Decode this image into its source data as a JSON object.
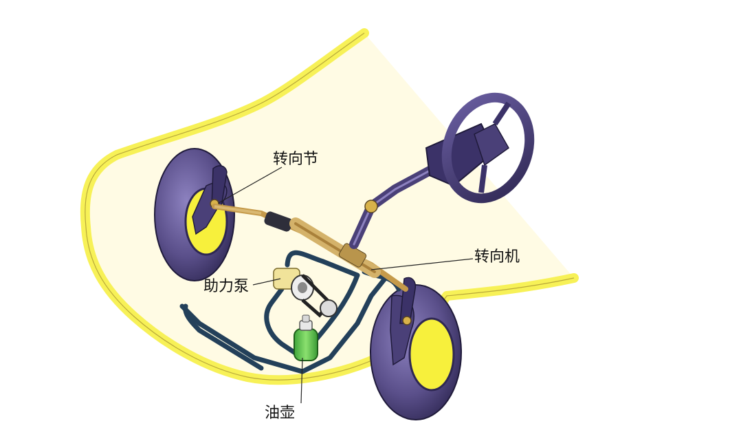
{
  "labels": {
    "steering_knuckle": "转向节",
    "steering_gear": "转向机",
    "power_pump": "助力泵",
    "oil_reservoir": "油壶"
  },
  "colors": {
    "car_outline_glow": "#f6ef3a",
    "car_body_fill": "#fffbe0",
    "tire": "#5a4f8a",
    "tire_dark": "#2e2752",
    "rim": "#f7f03c",
    "hose": "#23405a",
    "reservoir": "#5fcf4a",
    "pump": "#f1e39a",
    "rack": "#d4b26a"
  }
}
